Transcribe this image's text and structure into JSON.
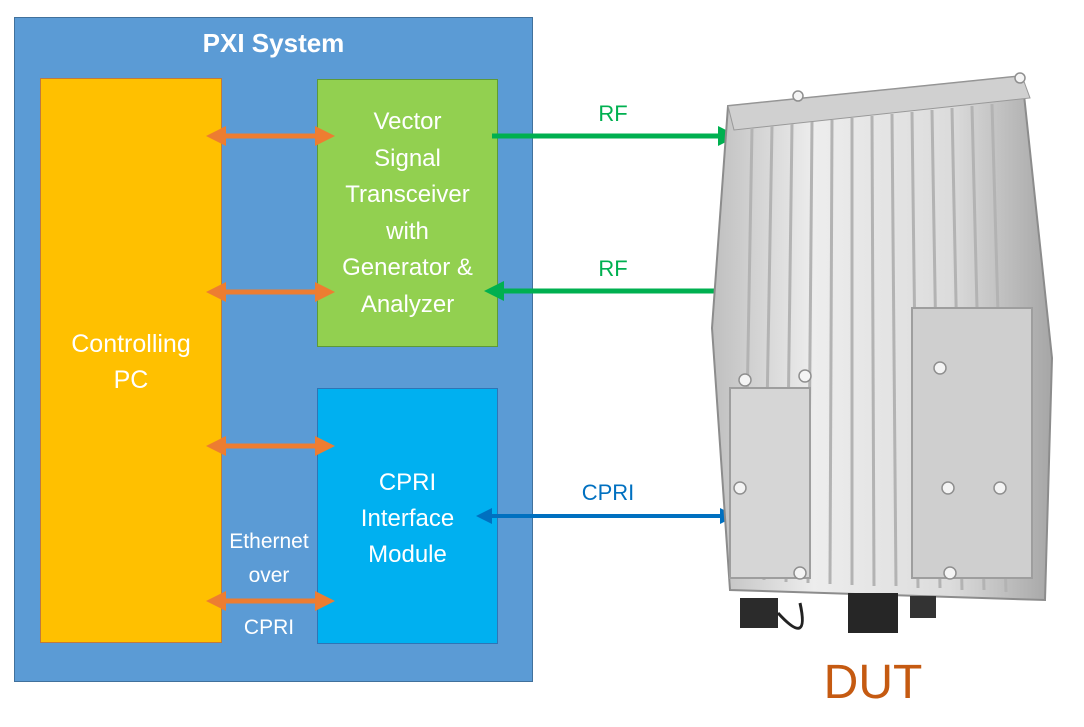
{
  "system": {
    "title": "PXI System"
  },
  "pc": {
    "label_lines": [
      "Controlling",
      "PC"
    ]
  },
  "vst": {
    "label_lines": [
      "Vector",
      "Signal",
      "Transceiver",
      "with",
      "Generator &",
      "Analyzer"
    ]
  },
  "cpri_module": {
    "label_lines": [
      "CPRI",
      "Interface",
      "Module"
    ]
  },
  "ethernet_label": {
    "lines": [
      "Ethernet",
      "over",
      "CPRI"
    ]
  },
  "links": [
    {
      "label": "RF",
      "direction": "to-dut"
    },
    {
      "label": "RF",
      "direction": "from-dut"
    },
    {
      "label": "CPRI",
      "direction": "bidirectional"
    }
  ],
  "dut": {
    "label": "DUT"
  },
  "colors": {
    "system_bg": "#5b9bd5",
    "pc_box": "#ffc000",
    "vst_box": "#92d050",
    "cpri_box": "#00b0f0",
    "internal_arrow": "#ed7d31",
    "rf_arrow": "#00b050",
    "cpri_arrow": "#0070c0",
    "dut_label": "#c55a11"
  }
}
